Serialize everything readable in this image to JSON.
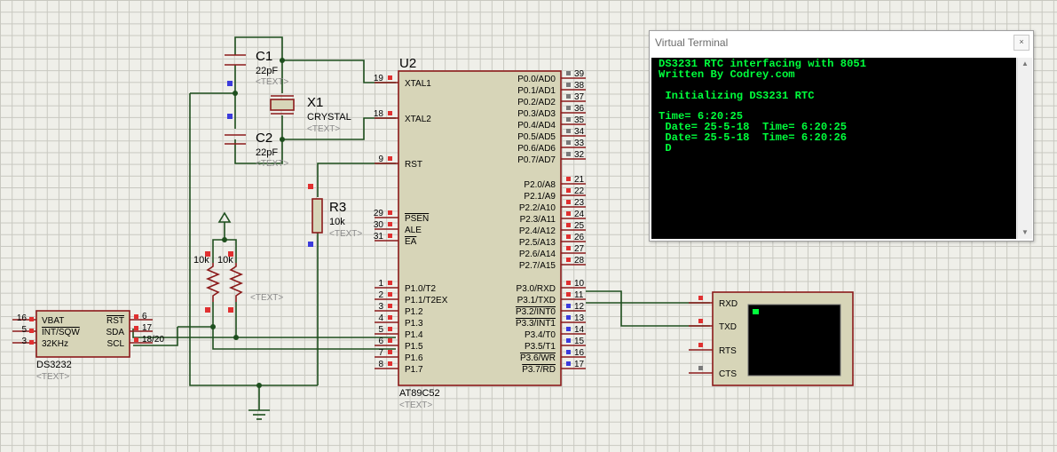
{
  "terminal": {
    "title": "Virtual Terminal",
    "close_glyph": "×",
    "lines": [
      "DS3231 RTC interfacing with 8051",
      "Written By Codrey.com",
      "",
      " Initializing DS3231 RTC",
      "",
      "Time= 6:20:25",
      " Date= 25-5-18  Time= 6:20:25",
      " Date= 25-5-18  Time= 6:20:26",
      " D"
    ]
  },
  "mcu": {
    "ref": "U2",
    "part": "AT89C52",
    "text_placeholder": "<TEXT>",
    "left_pins": [
      {
        "num": "19",
        "label": "XTAL1"
      },
      {
        "num": "18",
        "label": "XTAL2"
      },
      {
        "num": "9",
        "label": "RST"
      },
      {
        "num": "29",
        "label": "PSEN"
      },
      {
        "num": "30",
        "label": "ALE"
      },
      {
        "num": "31",
        "label": "EA"
      },
      {
        "num": "1",
        "label": "P1.0/T2"
      },
      {
        "num": "2",
        "label": "P1.1/T2EX"
      },
      {
        "num": "3",
        "label": "P1.2"
      },
      {
        "num": "4",
        "label": "P1.3"
      },
      {
        "num": "5",
        "label": "P1.4"
      },
      {
        "num": "6",
        "label": "P1.5"
      },
      {
        "num": "7",
        "label": "P1.6"
      },
      {
        "num": "8",
        "label": "P1.7"
      }
    ],
    "right_pins": [
      {
        "num": "39",
        "label": "P0.0/AD0"
      },
      {
        "num": "38",
        "label": "P0.1/AD1"
      },
      {
        "num": "37",
        "label": "P0.2/AD2"
      },
      {
        "num": "36",
        "label": "P0.3/AD3"
      },
      {
        "num": "35",
        "label": "P0.4/AD4"
      },
      {
        "num": "34",
        "label": "P0.5/AD5"
      },
      {
        "num": "33",
        "label": "P0.6/AD6"
      },
      {
        "num": "32",
        "label": "P0.7/AD7"
      },
      {
        "num": "21",
        "label": "P2.0/A8"
      },
      {
        "num": "22",
        "label": "P2.1/A9"
      },
      {
        "num": "23",
        "label": "P2.2/A10"
      },
      {
        "num": "24",
        "label": "P2.3/A11"
      },
      {
        "num": "25",
        "label": "P2.4/A12"
      },
      {
        "num": "26",
        "label": "P2.5/A13"
      },
      {
        "num": "27",
        "label": "P2.6/A14"
      },
      {
        "num": "28",
        "label": "P2.7/A15"
      },
      {
        "num": "10",
        "label": "P3.0/RXD"
      },
      {
        "num": "11",
        "label": "P3.1/TXD"
      },
      {
        "num": "12",
        "label": "P3.2/INT0"
      },
      {
        "num": "13",
        "label": "P3.3/INT1"
      },
      {
        "num": "14",
        "label": "P3.4/T0"
      },
      {
        "num": "15",
        "label": "P3.5/T1"
      },
      {
        "num": "16",
        "label": "P3.6/WR"
      },
      {
        "num": "17",
        "label": "P3.7/RD"
      }
    ]
  },
  "rtc": {
    "part": "DS3232",
    "text_placeholder": "<TEXT>",
    "left_pins": [
      {
        "num": "16",
        "label": "VBAT"
      },
      {
        "num": "5",
        "label": "INT/SQW"
      },
      {
        "num": "3",
        "label": "32KHz"
      }
    ],
    "right_pins": [
      {
        "num": "6",
        "label": "RST"
      },
      {
        "num": "17",
        "label": "SDA"
      },
      {
        "num": "18/20",
        "label": "SCL"
      }
    ]
  },
  "c1": {
    "ref": "C1",
    "value": "22pF",
    "text": "<TEXT>"
  },
  "c2": {
    "ref": "C2",
    "value": "22pF",
    "text": "<TEXT>"
  },
  "x1": {
    "ref": "X1",
    "value": "CRYSTAL",
    "text": "<TEXT>"
  },
  "r3": {
    "ref": "R3",
    "value": "10k",
    "text": "<TEXT>"
  },
  "pullups": {
    "r_left": "10k",
    "r_right": "10k",
    "text": "<TEXT>"
  },
  "vterm_instrument": {
    "pins": [
      "RXD",
      "TXD",
      "RTS",
      "CTS"
    ]
  },
  "colors": {
    "wire": "#1e4f1e",
    "body": "#d7d5b8",
    "outline": "#8b1a1a",
    "terminal_text": "#00ff3c"
  }
}
